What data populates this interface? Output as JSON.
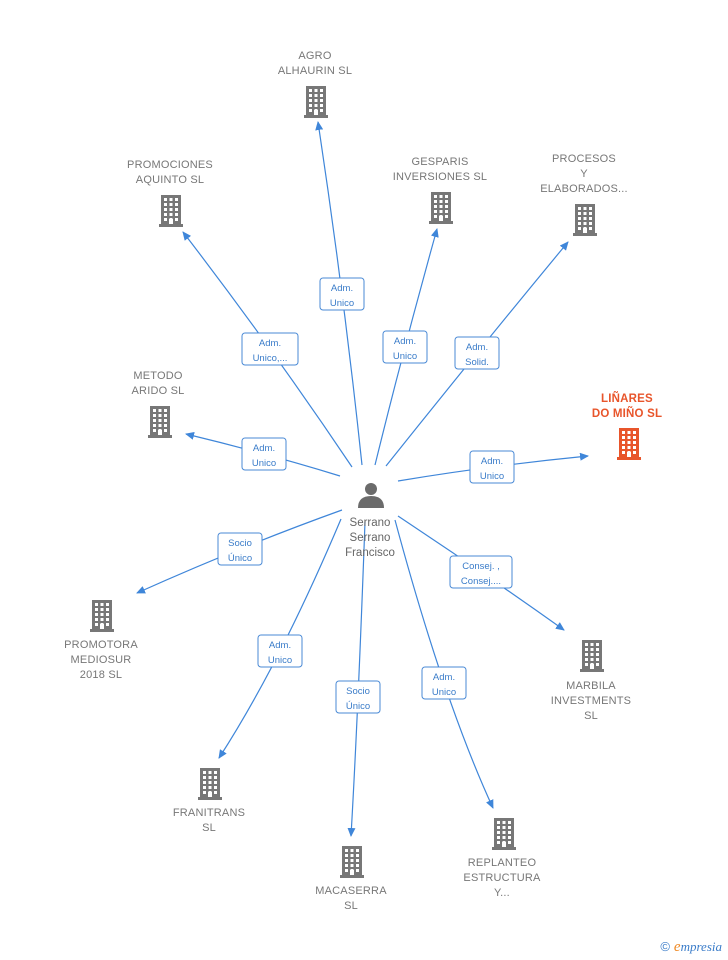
{
  "center": {
    "label_lines": [
      "Serrano",
      "Serrano",
      "Francisco"
    ],
    "icon": "person-icon"
  },
  "nodes": [
    {
      "id": "agro",
      "label_lines": [
        "AGRO",
        "ALHAURIN SL"
      ],
      "icon": "building-icon",
      "highlight": false
    },
    {
      "id": "promociones",
      "label_lines": [
        "PROMOCIONES",
        "AQUINTO  SL"
      ],
      "icon": "building-icon",
      "highlight": false
    },
    {
      "id": "gesparis",
      "label_lines": [
        "GESPARIS",
        "INVERSIONES SL"
      ],
      "icon": "building-icon",
      "highlight": false
    },
    {
      "id": "procesos",
      "label_lines": [
        "PROCESOS",
        "Y",
        "ELABORADOS..."
      ],
      "icon": "building-icon",
      "highlight": false
    },
    {
      "id": "metodo",
      "label_lines": [
        "METODO",
        "ARIDO  SL"
      ],
      "icon": "building-icon",
      "highlight": false
    },
    {
      "id": "linares",
      "label_lines": [
        "LIÑARES",
        "DO MIÑO  SL"
      ],
      "icon": "building-icon",
      "highlight": true
    },
    {
      "id": "promotora",
      "label_lines": [
        "PROMOTORA",
        "MEDIOSUR",
        "2018  SL"
      ],
      "icon": "building-icon",
      "highlight": false
    },
    {
      "id": "marbila",
      "label_lines": [
        "MARBILA",
        "INVESTMENTS",
        "SL"
      ],
      "icon": "building-icon",
      "highlight": false
    },
    {
      "id": "franitrans",
      "label_lines": [
        "FRANITRANS",
        "SL"
      ],
      "icon": "building-icon",
      "highlight": false
    },
    {
      "id": "macaserra",
      "label_lines": [
        "MACASERRA",
        "SL"
      ],
      "icon": "building-icon",
      "highlight": false
    },
    {
      "id": "replanteo",
      "label_lines": [
        "REPLANTEO",
        "ESTRUCTURA",
        "Y..."
      ],
      "icon": "building-icon",
      "highlight": false
    }
  ],
  "edges": [
    {
      "to": "agro",
      "label_lines": [
        "Adm.",
        "Unico"
      ]
    },
    {
      "to": "promociones",
      "label_lines": [
        "Adm.",
        "Unico,..."
      ]
    },
    {
      "to": "gesparis",
      "label_lines": [
        "Adm.",
        "Unico"
      ]
    },
    {
      "to": "procesos",
      "label_lines": [
        "Adm.",
        "Solid."
      ]
    },
    {
      "to": "metodo",
      "label_lines": [
        "Adm.",
        "Unico"
      ]
    },
    {
      "to": "linares",
      "label_lines": [
        "Adm.",
        "Unico"
      ]
    },
    {
      "to": "promotora",
      "label_lines": [
        "Socio",
        "Único"
      ]
    },
    {
      "to": "marbila",
      "label_lines": [
        "Consej. ,",
        "Consej...."
      ]
    },
    {
      "to": "franitrans",
      "label_lines": [
        "Adm.",
        "Unico"
      ]
    },
    {
      "to": "macaserra",
      "label_lines": [
        "Socio",
        "Único"
      ]
    },
    {
      "to": "replanteo",
      "label_lines": [
        "Adm.",
        "Unico"
      ]
    }
  ],
  "colors": {
    "edge": "#3f86d9",
    "building": "#777777",
    "highlight": "#e8552b",
    "person": "#6b6b6b"
  },
  "footer": {
    "copyright_symbol": "©",
    "brand_initial": "e",
    "brand_rest": "mpresia"
  }
}
